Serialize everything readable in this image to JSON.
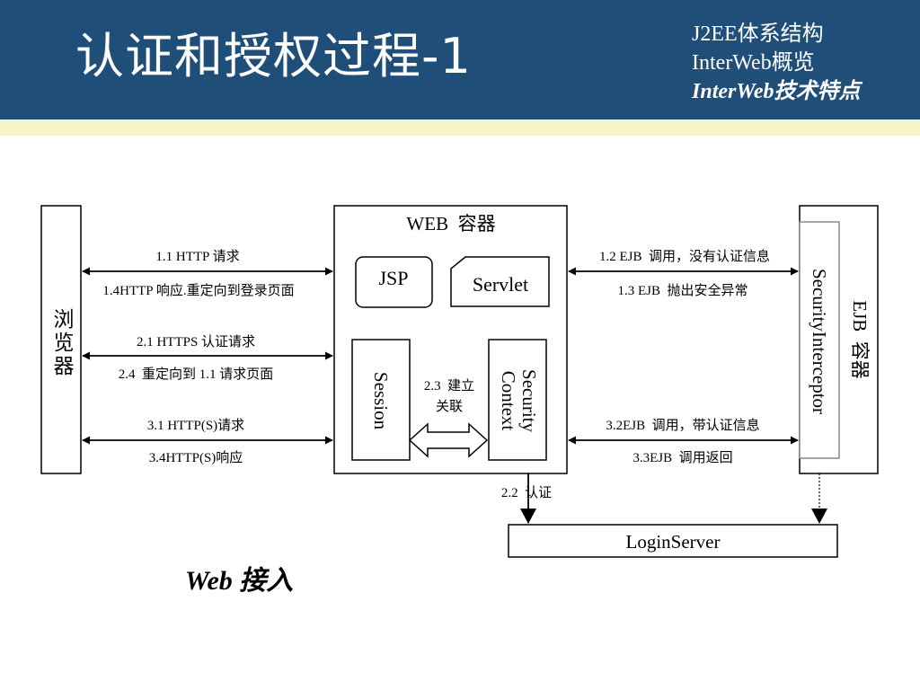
{
  "header": {
    "title": "认证和授权过程-1",
    "nav": [
      {
        "label": "J2EE体系结构",
        "active": false
      },
      {
        "label": "InterWeb概览",
        "active": false
      },
      {
        "label": "InterWeb技术特点",
        "active": true
      }
    ]
  },
  "diagram": {
    "browser": {
      "label_chars": [
        "浏",
        "览",
        "器"
      ]
    },
    "web_container": {
      "label": "WEB  容器",
      "jsp": "JSP",
      "servlet": "Servlet",
      "session": "Session",
      "security_context_1": "Security",
      "security_context_2": "Context",
      "establish_1": "2.3  建立",
      "establish_2": "关联"
    },
    "ejb_container": {
      "label": "EJB  容器",
      "interceptor": "SecurityInterceptor"
    },
    "login_server": "LoginServer",
    "browser_web_arrows": {
      "a11": "1.1 HTTP 请求",
      "a14": "1.4HTTP 响应.重定向到登录页面",
      "a21": "2.1 HTTPS 认证请求",
      "a24": "2.4  重定向到 1.1 请求页面",
      "a31": "3.1 HTTP(S)请求",
      "a34": "3.4HTTP(S)响应"
    },
    "web_ejb_arrows": {
      "a12": "1.2 EJB  调用，没有认证信息",
      "a13": "1.3 EJB  抛出安全异常",
      "a32": "3.2EJB  调用，带认证信息",
      "a33": "3.3EJB  调用返回"
    },
    "auth_arrow": "2.2  认证",
    "caption": "Web 接入"
  }
}
